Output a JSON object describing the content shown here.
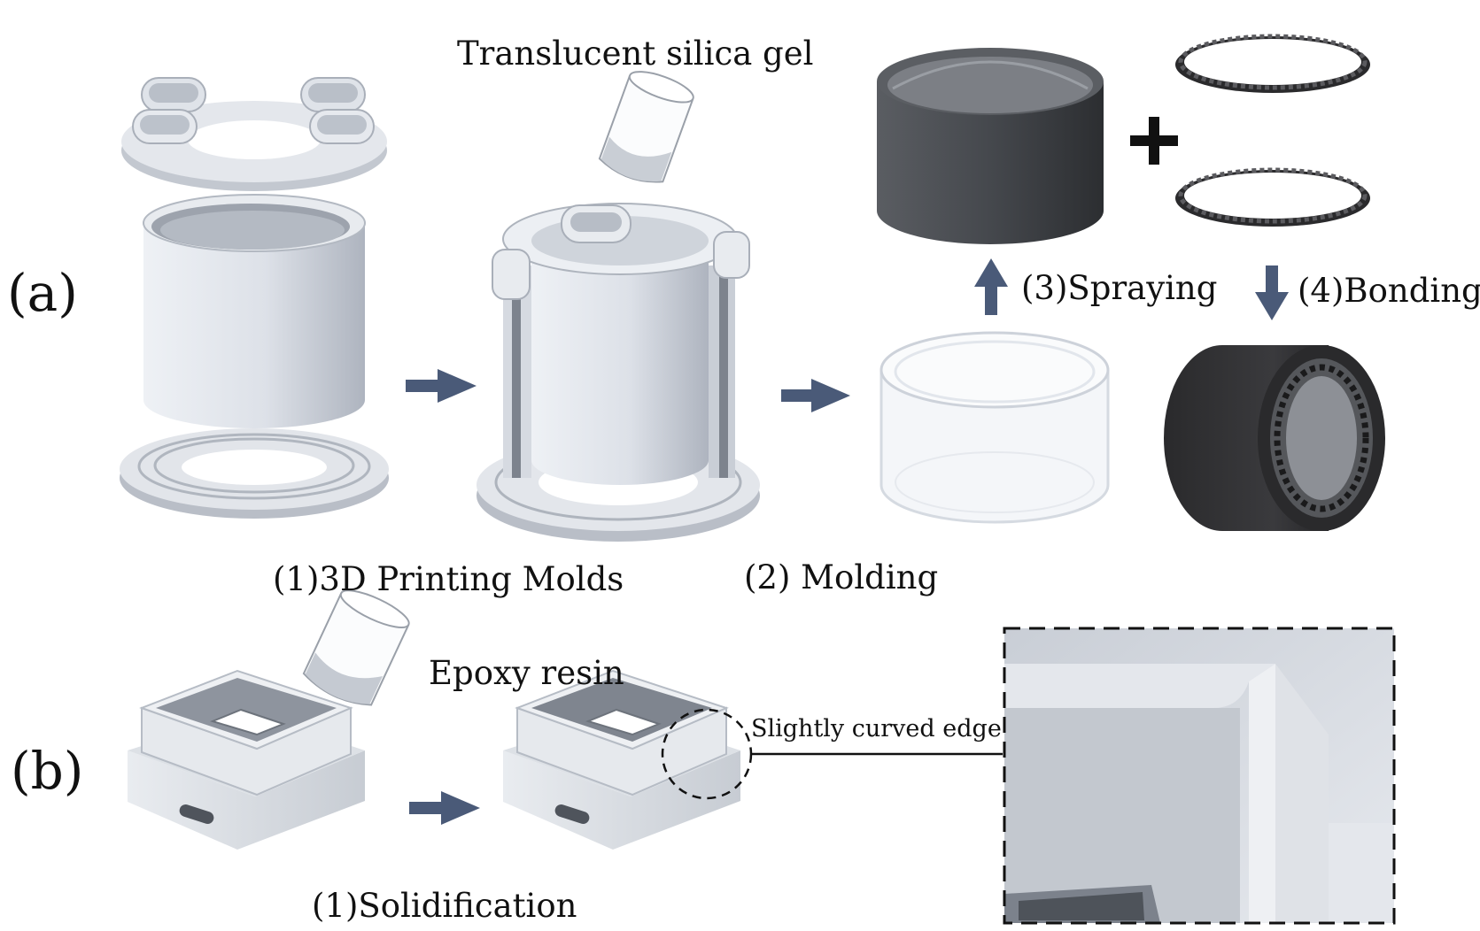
{
  "panel_a": {
    "label": "(a)",
    "material_label": "Translucent silica gel",
    "step1_label": "(1)3D Printing Molds",
    "step2_label": "(2) Molding",
    "step3_label": "(3)Spraying",
    "step4_label": "(4)Bonding",
    "plus_sign": "+"
  },
  "panel_b": {
    "label": "(b)",
    "material_label": "Epoxy resin",
    "step1_label": "(1)Solidification",
    "callout_label": "Slightly curved edge"
  },
  "colors": {
    "arrow": "#4a5a78",
    "mold": "#dfe3ea",
    "mold_shade": "#b8bec9",
    "dark_part": "#3b3d41",
    "translucent": "#f2f5f9",
    "dash": "#111111"
  }
}
